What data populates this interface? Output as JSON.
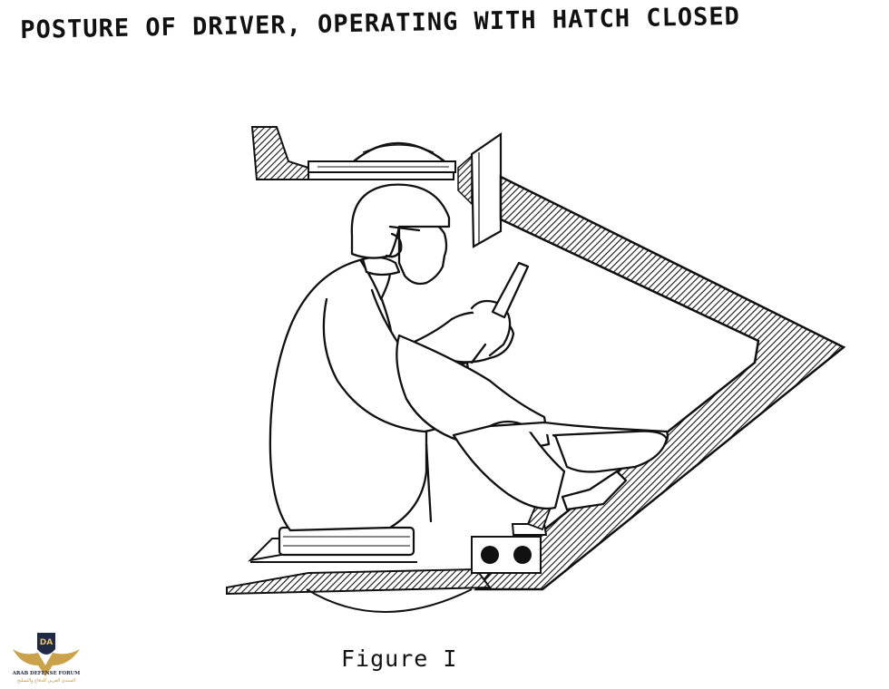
{
  "figure": {
    "title": "POSTURE OF DRIVER, OPERATING WITH HATCH CLOSED",
    "caption": "Figure I"
  },
  "watermark": {
    "icon": "arab-defense-forum-logo",
    "initials": "DA",
    "name_en": "ARAB DEFENSE FORUM",
    "name_ar": "المنتدى العربي للدفاع والتسليح"
  }
}
